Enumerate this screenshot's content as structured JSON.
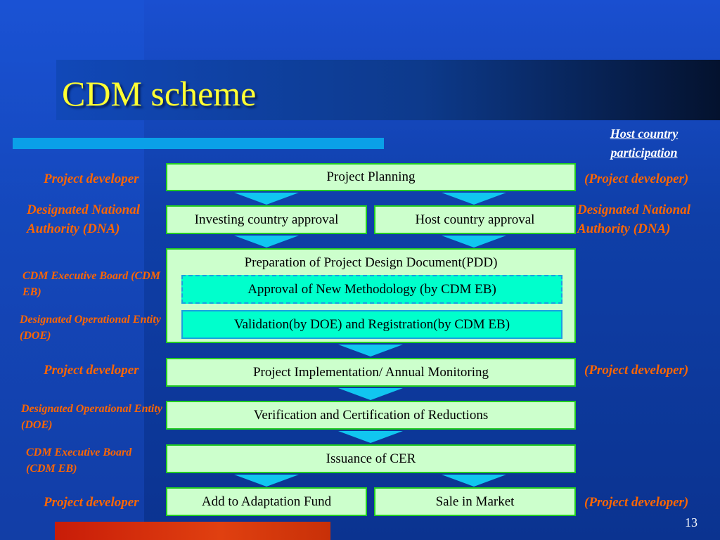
{
  "slide": {
    "title": "CDM scheme",
    "page_number": "13",
    "host_country_participation": "Host country participation"
  },
  "flow": {
    "project_planning": "Project Planning",
    "investing_country_approval": "Investing country approval",
    "host_country_approval": "Host country approval",
    "pdd": "Preparation of Project Design Document(PDD)",
    "approval_new_methodology": "Approval of New Methodology (by CDM EB)",
    "validation_registration": "Validation(by DOE) and Registration(by CDM EB)",
    "implementation": "Project Implementation/ Annual Monitoring",
    "verification": "Verification and Certification of Reductions",
    "issuance": "Issuance of CER",
    "adaptation_fund": "Add to Adaptation Fund",
    "sale_market": "Sale in Market"
  },
  "left_roles": {
    "project_developer_1": "Project developer",
    "dna": "Designated National Authority (DNA)",
    "cdm_eb_1": "CDM Executive Board (CDM EB)",
    "doe_1": "Designated Operational Entity (DOE)",
    "project_developer_2": "Project developer",
    "doe_2": "Designated Operational Entity (DOE)",
    "cdm_eb_2": "CDM Executive Board (CDM EB)",
    "project_developer_3": "Project developer"
  },
  "right_roles": {
    "project_developer_1": "(Project developer)",
    "dna": "Designated National Authority (DNA)",
    "project_developer_2": "(Project developer)",
    "project_developer_3": "(Project developer)"
  },
  "colors": {
    "title": "#ffff33",
    "role_text": "#ff6600",
    "box_fill": "#ccffcc",
    "box_border": "#22cc22",
    "inner_fill": "#00ffcc",
    "arrow": "#11c6f0"
  }
}
